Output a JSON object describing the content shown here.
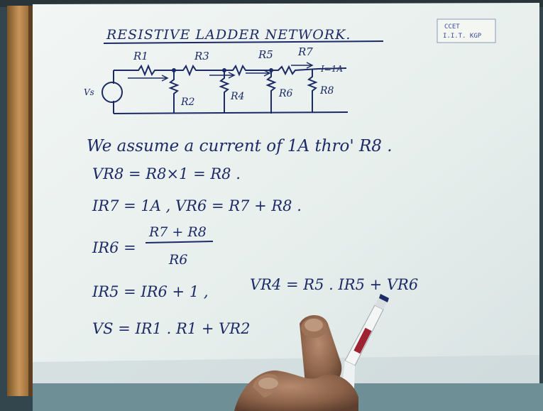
{
  "title": "RESISTIVE LADDER NETWORK.",
  "logo_text": [
    "CCET",
    "I.I.T. KGP"
  ],
  "circuit": {
    "source_label": "Vs",
    "series_labels": [
      "R1",
      "R3",
      "R5",
      "R7"
    ],
    "shunt_labels": [
      "R2",
      "R4",
      "R6",
      "R8"
    ],
    "current_label": "I=1A"
  },
  "lines": [
    "We assume a current of 1A thro' R8 .",
    "VR8 = R8×1 = R8 .",
    "IR7 = 1A ,  VR6 = R7 + R8 .",
    "IR6 =",
    "IR5 = IR6 + 1 ,",
    "VR4 = R5 . IR5 + VR6",
    "VS = IR1 . R1 + VR2"
  ],
  "fraction": {
    "numerator": "R7 + R8",
    "denominator": "R6"
  },
  "colors": {
    "paper": "#e9efee",
    "ink": "#1c2a66",
    "frame": "#b88a4a"
  }
}
